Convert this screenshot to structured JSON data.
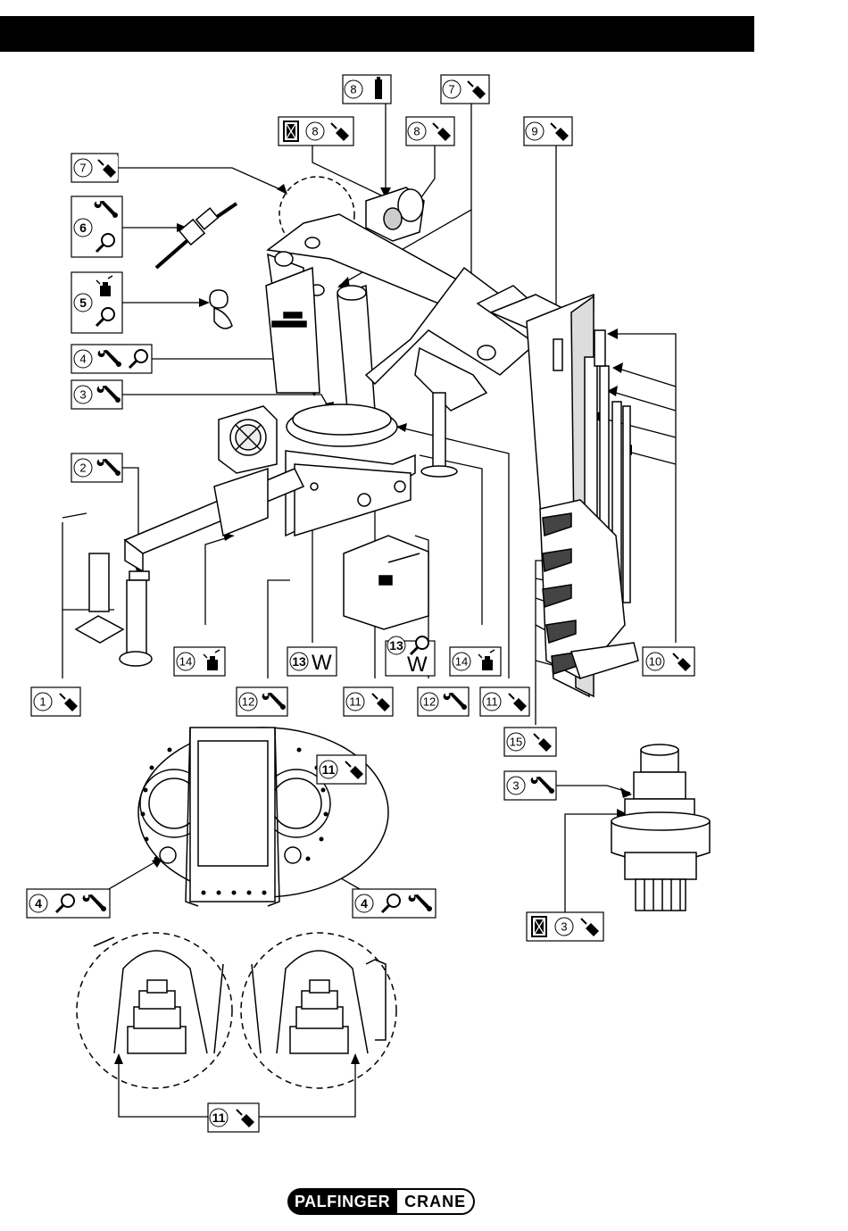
{
  "callouts": {
    "c1": "1",
    "c2": "2",
    "c3": "3",
    "c4": "4",
    "c5": "5",
    "c6": "6",
    "c7a": "7",
    "c7b": "7",
    "c8a": "8",
    "c8b": "8",
    "c8c": "8",
    "c9": "9",
    "c10": "10",
    "c11a": "11",
    "c11b": "11",
    "c11c": "11",
    "c11d": "11",
    "c12a": "12",
    "c12b": "12",
    "c13a": "13",
    "c13b": "13",
    "c14a": "14",
    "c14b": "14",
    "c15": "15",
    "c3b": "3",
    "c3c": "3",
    "c4b": "4",
    "c4c": "4"
  },
  "water_label": "W",
  "logo": {
    "left": "PALFINGER",
    "right": "CRANE"
  },
  "icons": [
    "grease-gun-icon",
    "wrench-icon",
    "magnifier-icon",
    "oil-can-icon",
    "oil-container-icon",
    "water-drain-icon"
  ]
}
